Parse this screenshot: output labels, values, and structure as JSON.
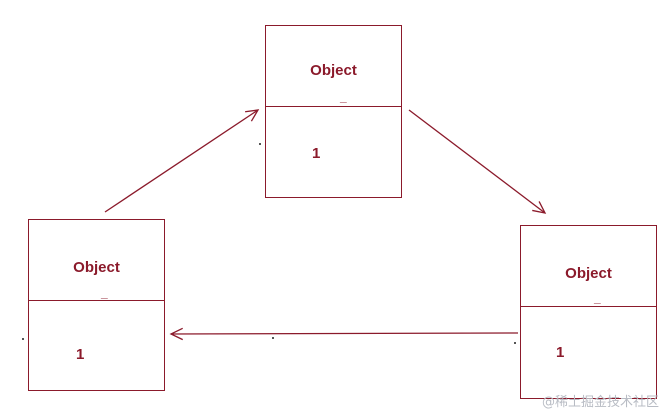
{
  "diagram": {
    "line_color": "#8b1a2b",
    "nodes": [
      {
        "id": "top",
        "title": "Object",
        "marker": "_",
        "count": "1"
      },
      {
        "id": "left",
        "title": "Object",
        "marker": "_",
        "count": "1"
      },
      {
        "id": "right",
        "title": "Object",
        "marker": "_",
        "count": "1"
      }
    ],
    "edges": [
      {
        "from": "left",
        "to": "top"
      },
      {
        "from": "top",
        "to": "right"
      },
      {
        "from": "right",
        "to": "left"
      }
    ]
  },
  "watermark": "@稀土掘金技术社区"
}
